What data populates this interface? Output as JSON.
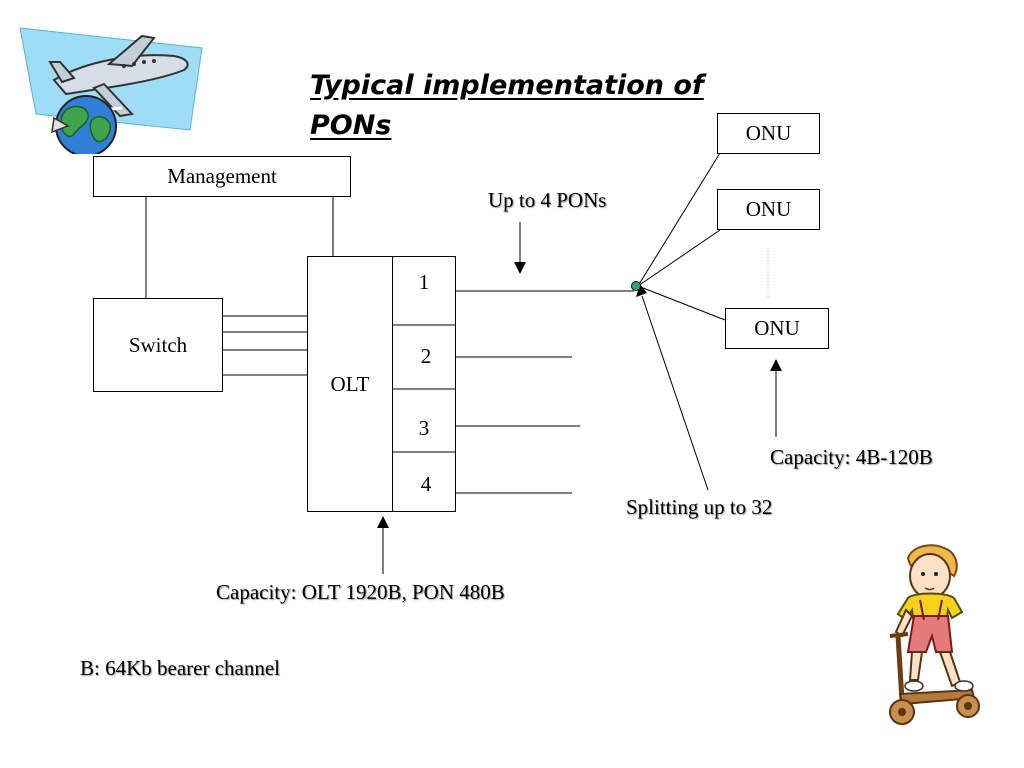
{
  "title": "Typical implementation of PONs",
  "diagram": {
    "management_label": "Management",
    "switch_label": "Switch",
    "olt_label": "OLT",
    "ports": [
      "1",
      "2",
      "3",
      "4"
    ],
    "onu_labels": [
      "ONU",
      "ONU",
      "ONU"
    ],
    "annotations": {
      "up_to_pons": "Up to 4 PONs",
      "onu_capacity": "Capacity: 4B-120B",
      "splitting": "Splitting up to 32",
      "olt_capacity": "Capacity: OLT 1920B, PON 480B"
    },
    "footnote": "B: 64Kb bearer channel",
    "splitter_color": "#2aa58a"
  },
  "clipart": [
    {
      "name": "airplane-globe",
      "description": ""
    },
    {
      "name": "child-on-scooter",
      "description": ""
    }
  ]
}
